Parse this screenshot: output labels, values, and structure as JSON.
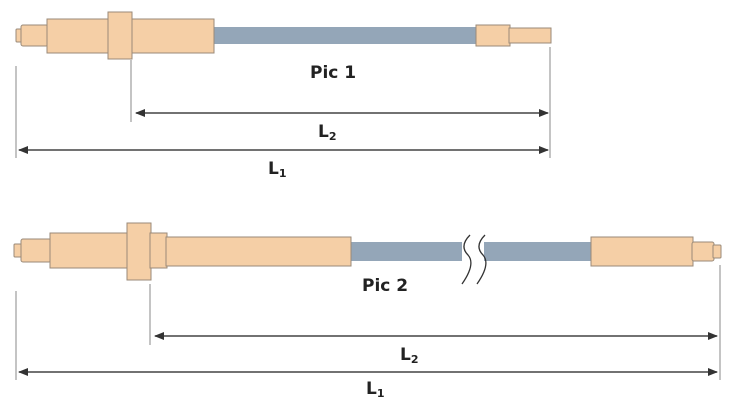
{
  "figure": {
    "pic1": {
      "caption": "Pic 1",
      "dim_inner": {
        "letter": "L",
        "index": "2"
      },
      "dim_outer": {
        "letter": "L",
        "index": "1"
      }
    },
    "pic2": {
      "caption": "Pic 2",
      "dim_inner": {
        "letter": "L",
        "index": "2"
      },
      "dim_outer": {
        "letter": "L",
        "index": "1"
      }
    }
  },
  "colors": {
    "connector_body": "#f5cfa6",
    "cable": "#94a6b8",
    "dimension_line": "#444444"
  },
  "icons": [
    "cable-break-icon",
    "arrow-icon"
  ]
}
